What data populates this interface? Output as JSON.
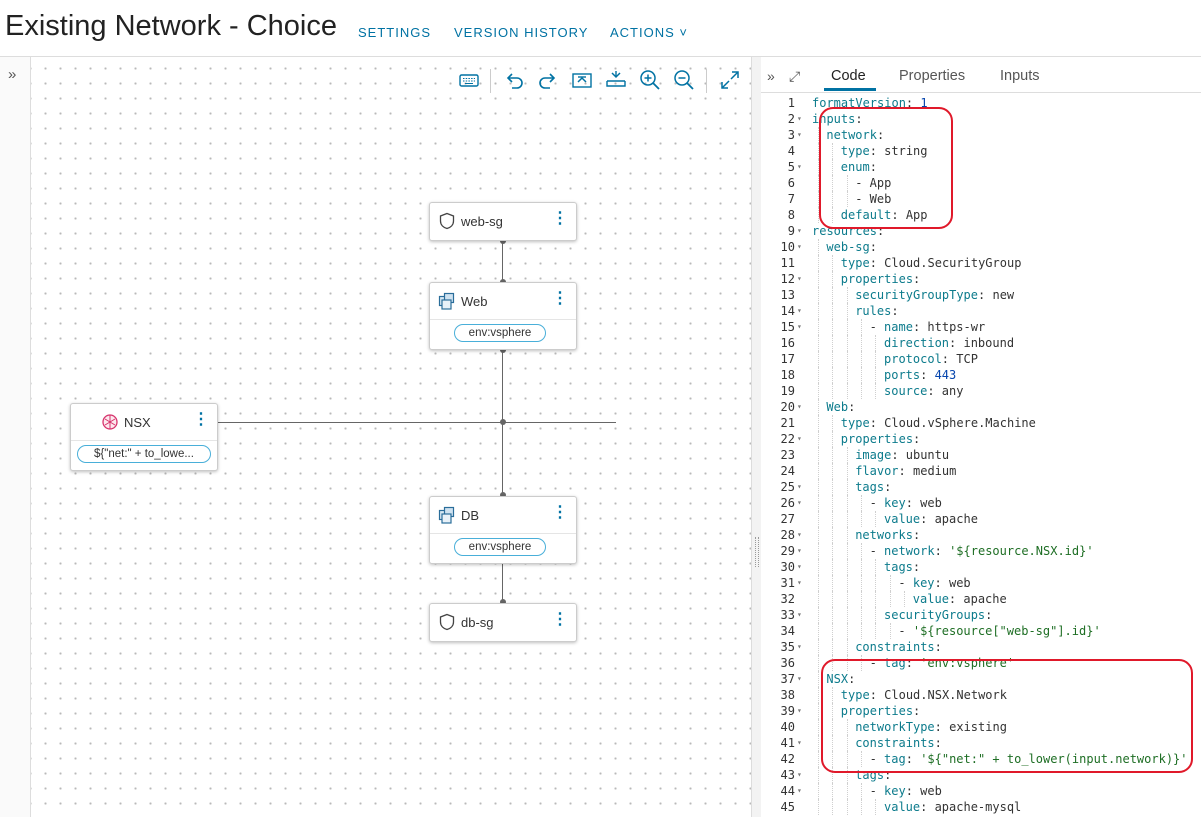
{
  "header": {
    "title": "Existing Network - Choice",
    "settings": "SETTINGS",
    "version_history": "VERSION HISTORY",
    "actions": "ACTIONS ˅"
  },
  "left_rail": {
    "expand": "»"
  },
  "toolbar": [
    "keyboard-icon",
    "undo-icon",
    "redo-icon",
    "fit-icon",
    "layout-icon",
    "zoom-in-icon",
    "zoom-out-icon",
    "fullscreen-icon"
  ],
  "nodes": {
    "web_sg": {
      "label": "web-sg"
    },
    "web": {
      "label": "Web",
      "tag": "env:vsphere"
    },
    "nsx": {
      "label": "NSX",
      "tag": "${\"net:\" + to_lowe..."
    },
    "db": {
      "label": "DB",
      "tag": "env:vsphere"
    },
    "db_sg": {
      "label": "db-sg"
    }
  },
  "panel": {
    "collapse": "»",
    "expand": "⤢",
    "tabs": [
      {
        "label": "Code",
        "active": true
      },
      {
        "label": "Properties",
        "active": false
      },
      {
        "label": "Inputs",
        "active": false
      }
    ]
  },
  "code": [
    {
      "n": "1",
      "d": 0,
      "f": false,
      "parts": [
        [
          "k",
          "formatVersion"
        ],
        [
          "p",
          ": "
        ],
        [
          "n",
          "1"
        ]
      ]
    },
    {
      "n": "2",
      "d": 0,
      "f": true,
      "parts": [
        [
          "k",
          "inputs"
        ],
        [
          "p",
          ":"
        ]
      ]
    },
    {
      "n": "3",
      "d": 1,
      "f": true,
      "parts": [
        [
          "k",
          "network"
        ],
        [
          "p",
          ":"
        ]
      ]
    },
    {
      "n": "4",
      "d": 2,
      "f": false,
      "parts": [
        [
          "k",
          "type"
        ],
        [
          "p",
          ": string"
        ]
      ]
    },
    {
      "n": "5",
      "d": 2,
      "f": true,
      "parts": [
        [
          "k",
          "enum"
        ],
        [
          "p",
          ":"
        ]
      ]
    },
    {
      "n": "6",
      "d": 3,
      "f": false,
      "parts": [
        [
          "p",
          "- App"
        ]
      ]
    },
    {
      "n": "7",
      "d": 3,
      "f": false,
      "parts": [
        [
          "p",
          "- Web"
        ]
      ]
    },
    {
      "n": "8",
      "d": 2,
      "f": false,
      "parts": [
        [
          "k",
          "default"
        ],
        [
          "p",
          ": App"
        ]
      ]
    },
    {
      "n": "9",
      "d": 0,
      "f": true,
      "parts": [
        [
          "k",
          "resources"
        ],
        [
          "p",
          ":"
        ]
      ]
    },
    {
      "n": "10",
      "d": 1,
      "f": true,
      "parts": [
        [
          "k",
          "web-sg"
        ],
        [
          "p",
          ":"
        ]
      ]
    },
    {
      "n": "11",
      "d": 2,
      "f": false,
      "parts": [
        [
          "k",
          "type"
        ],
        [
          "p",
          ": Cloud.SecurityGroup"
        ]
      ]
    },
    {
      "n": "12",
      "d": 2,
      "f": true,
      "parts": [
        [
          "k",
          "properties"
        ],
        [
          "p",
          ":"
        ]
      ]
    },
    {
      "n": "13",
      "d": 3,
      "f": false,
      "parts": [
        [
          "k",
          "securityGroupType"
        ],
        [
          "p",
          ": new"
        ]
      ]
    },
    {
      "n": "14",
      "d": 3,
      "f": true,
      "parts": [
        [
          "k",
          "rules"
        ],
        [
          "p",
          ":"
        ]
      ]
    },
    {
      "n": "15",
      "d": 4,
      "f": true,
      "parts": [
        [
          "p",
          "- "
        ],
        [
          "k",
          "name"
        ],
        [
          "p",
          ": https-wr"
        ]
      ]
    },
    {
      "n": "16",
      "d": 5,
      "f": false,
      "parts": [
        [
          "k",
          "direction"
        ],
        [
          "p",
          ": inbound"
        ]
      ]
    },
    {
      "n": "17",
      "d": 5,
      "f": false,
      "parts": [
        [
          "k",
          "protocol"
        ],
        [
          "p",
          ": TCP"
        ]
      ]
    },
    {
      "n": "18",
      "d": 5,
      "f": false,
      "parts": [
        [
          "k",
          "ports"
        ],
        [
          "p",
          ": "
        ],
        [
          "n",
          "443"
        ]
      ]
    },
    {
      "n": "19",
      "d": 5,
      "f": false,
      "parts": [
        [
          "k",
          "source"
        ],
        [
          "p",
          ": any"
        ]
      ]
    },
    {
      "n": "20",
      "d": 1,
      "f": true,
      "parts": [
        [
          "k",
          "Web"
        ],
        [
          "p",
          ":"
        ]
      ]
    },
    {
      "n": "21",
      "d": 2,
      "f": false,
      "parts": [
        [
          "k",
          "type"
        ],
        [
          "p",
          ": Cloud.vSphere.Machine"
        ]
      ]
    },
    {
      "n": "22",
      "d": 2,
      "f": true,
      "parts": [
        [
          "k",
          "properties"
        ],
        [
          "p",
          ":"
        ]
      ]
    },
    {
      "n": "23",
      "d": 3,
      "f": false,
      "parts": [
        [
          "k",
          "image"
        ],
        [
          "p",
          ": ubuntu"
        ]
      ]
    },
    {
      "n": "24",
      "d": 3,
      "f": false,
      "parts": [
        [
          "k",
          "flavor"
        ],
        [
          "p",
          ": medium"
        ]
      ]
    },
    {
      "n": "25",
      "d": 3,
      "f": true,
      "parts": [
        [
          "k",
          "tags"
        ],
        [
          "p",
          ":"
        ]
      ]
    },
    {
      "n": "26",
      "d": 4,
      "f": true,
      "parts": [
        [
          "p",
          "- "
        ],
        [
          "k",
          "key"
        ],
        [
          "p",
          ": web"
        ]
      ]
    },
    {
      "n": "27",
      "d": 5,
      "f": false,
      "parts": [
        [
          "k",
          "value"
        ],
        [
          "p",
          ": apache"
        ]
      ]
    },
    {
      "n": "28",
      "d": 3,
      "f": true,
      "parts": [
        [
          "k",
          "networks"
        ],
        [
          "p",
          ":"
        ]
      ]
    },
    {
      "n": "29",
      "d": 4,
      "f": true,
      "parts": [
        [
          "p",
          "- "
        ],
        [
          "k",
          "network"
        ],
        [
          "p",
          ": "
        ],
        [
          "s",
          "'${resource.NSX.id}'"
        ]
      ]
    },
    {
      "n": "30",
      "d": 5,
      "f": true,
      "parts": [
        [
          "k",
          "tags"
        ],
        [
          "p",
          ":"
        ]
      ]
    },
    {
      "n": "31",
      "d": 6,
      "f": true,
      "parts": [
        [
          "p",
          "- "
        ],
        [
          "k",
          "key"
        ],
        [
          "p",
          ": web"
        ]
      ]
    },
    {
      "n": "32",
      "d": 7,
      "f": false,
      "parts": [
        [
          "k",
          "value"
        ],
        [
          "p",
          ": apache"
        ]
      ]
    },
    {
      "n": "33",
      "d": 5,
      "f": true,
      "parts": [
        [
          "k",
          "securityGroups"
        ],
        [
          "p",
          ":"
        ]
      ]
    },
    {
      "n": "34",
      "d": 6,
      "f": false,
      "parts": [
        [
          "p",
          "- "
        ],
        [
          "s",
          "'${resource[\"web-sg\"].id}'"
        ]
      ]
    },
    {
      "n": "35",
      "d": 3,
      "f": true,
      "parts": [
        [
          "k",
          "constraints"
        ],
        [
          "p",
          ":"
        ]
      ]
    },
    {
      "n": "36",
      "d": 4,
      "f": false,
      "parts": [
        [
          "p",
          "- "
        ],
        [
          "k",
          "tag"
        ],
        [
          "p",
          ": "
        ],
        [
          "s",
          "'env:vsphere'"
        ]
      ]
    },
    {
      "n": "37",
      "d": 1,
      "f": true,
      "parts": [
        [
          "k",
          "NSX"
        ],
        [
          "p",
          ":"
        ]
      ]
    },
    {
      "n": "38",
      "d": 2,
      "f": false,
      "parts": [
        [
          "k",
          "type"
        ],
        [
          "p",
          ": Cloud.NSX.Network"
        ]
      ]
    },
    {
      "n": "39",
      "d": 2,
      "f": true,
      "parts": [
        [
          "k",
          "properties"
        ],
        [
          "p",
          ":"
        ]
      ]
    },
    {
      "n": "40",
      "d": 3,
      "f": false,
      "parts": [
        [
          "k",
          "networkType"
        ],
        [
          "p",
          ": existing"
        ]
      ]
    },
    {
      "n": "41",
      "d": 3,
      "f": true,
      "parts": [
        [
          "k",
          "constraints"
        ],
        [
          "p",
          ":"
        ]
      ]
    },
    {
      "n": "42",
      "d": 4,
      "f": false,
      "parts": [
        [
          "p",
          "- "
        ],
        [
          "k",
          "tag"
        ],
        [
          "p",
          ": "
        ],
        [
          "s",
          "'${\"net:\" + to_lower(input.network)}'"
        ]
      ]
    },
    {
      "n": "43",
      "d": 3,
      "f": true,
      "parts": [
        [
          "k",
          "tags"
        ],
        [
          "p",
          ":"
        ]
      ]
    },
    {
      "n": "44",
      "d": 4,
      "f": true,
      "parts": [
        [
          "p",
          "- "
        ],
        [
          "k",
          "key"
        ],
        [
          "p",
          ": web"
        ]
      ]
    },
    {
      "n": "45",
      "d": 5,
      "f": false,
      "parts": [
        [
          "k",
          "value"
        ],
        [
          "p",
          ": apache-mysql"
        ]
      ]
    }
  ]
}
